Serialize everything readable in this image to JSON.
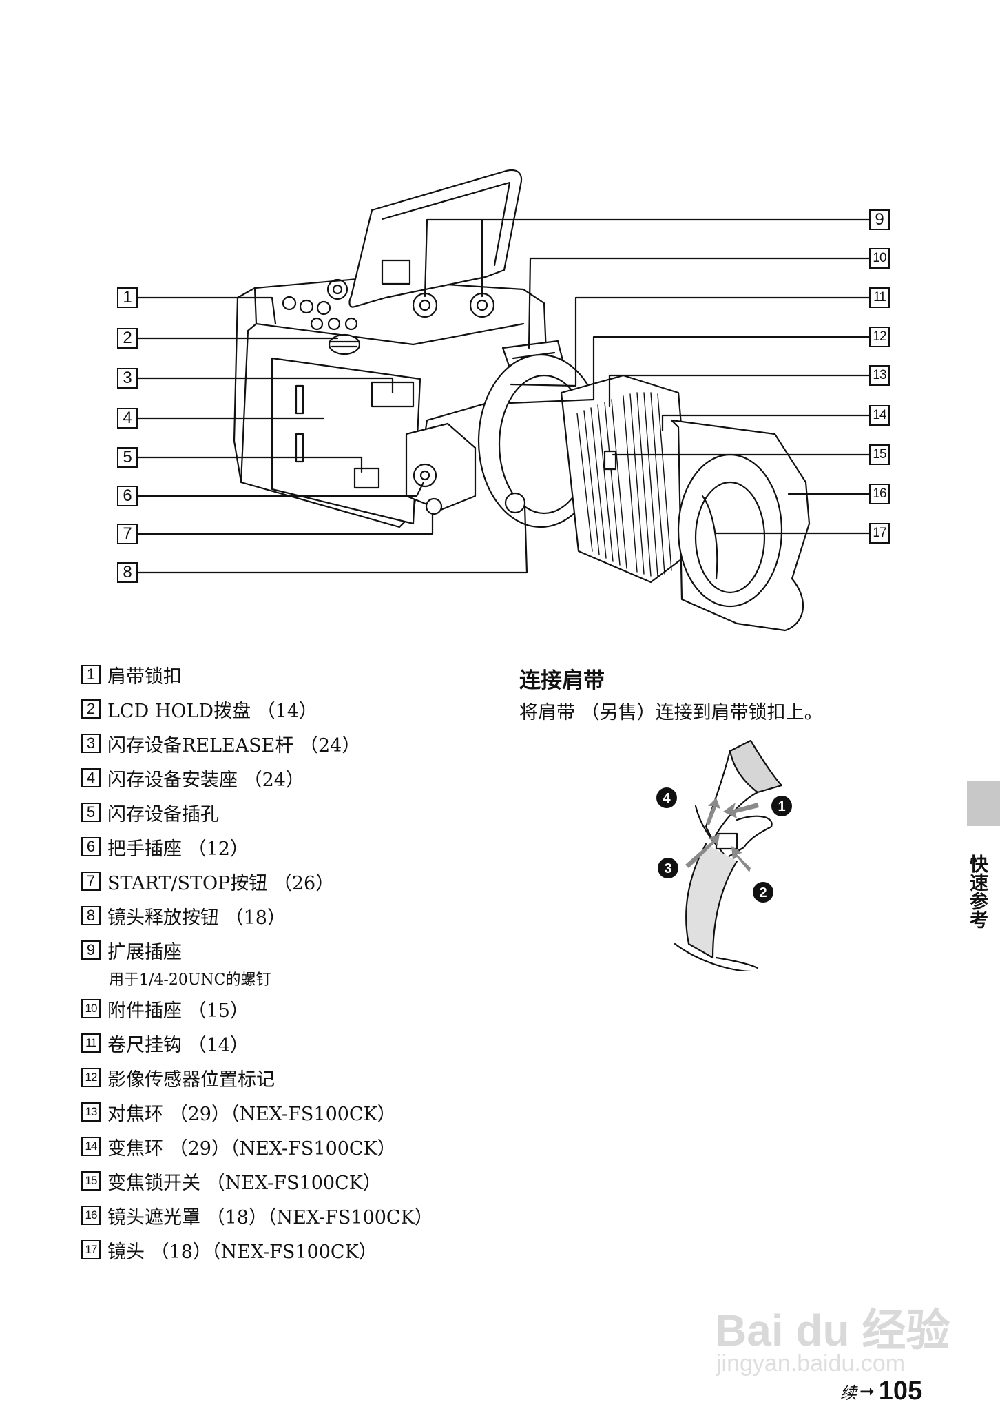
{
  "callouts": [
    "1",
    "2",
    "3",
    "4",
    "5",
    "6",
    "7",
    "8",
    "9",
    "10",
    "11",
    "12",
    "13",
    "14",
    "15",
    "16",
    "17"
  ],
  "legend": [
    {
      "num": "1",
      "text": "肩带锁扣"
    },
    {
      "num": "2",
      "text": "LCD HOLD拨盘 （14）"
    },
    {
      "num": "3",
      "text": "闪存设备RELEASE杆 （24）"
    },
    {
      "num": "4",
      "text": "闪存设备安装座 （24）"
    },
    {
      "num": "5",
      "text": "闪存设备插孔"
    },
    {
      "num": "6",
      "text": "把手插座 （12）"
    },
    {
      "num": "7",
      "text": "START/STOP按钮 （26）"
    },
    {
      "num": "8",
      "text": "镜头释放按钮 （18）"
    },
    {
      "num": "9",
      "text": "扩展插座",
      "sub": "用于1/4-20UNC的螺钉"
    },
    {
      "num": "10",
      "text": "附件插座 （15）"
    },
    {
      "num": "11",
      "text": "卷尺挂钩 （14）"
    },
    {
      "num": "12",
      "text": "影像传感器位置标记"
    },
    {
      "num": "13",
      "text": "对焦环 （29）（NEX-FS100CK）"
    },
    {
      "num": "14",
      "text": "变焦环 （29）（NEX-FS100CK）"
    },
    {
      "num": "15",
      "text": "变焦锁开关 （NEX-FS100CK）"
    },
    {
      "num": "16",
      "text": "镜头遮光罩 （18）（NEX-FS100CK）"
    },
    {
      "num": "17",
      "text": "镜头 （18）（NEX-FS100CK）"
    }
  ],
  "strap_section": {
    "heading": "连接肩带",
    "text": "将肩带 （另售）连接到肩带锁扣上。",
    "steps": [
      "1",
      "2",
      "3",
      "4"
    ]
  },
  "side_tab": {
    "label": "快速参考"
  },
  "footer": {
    "continued": "续",
    "arrow": "➞",
    "page": "105"
  },
  "watermark": {
    "main": "Bai du 经验",
    "sub": "jingyan.baidu.com"
  },
  "colors": {
    "tab": "#c8c8c8",
    "ink": "#111111"
  }
}
